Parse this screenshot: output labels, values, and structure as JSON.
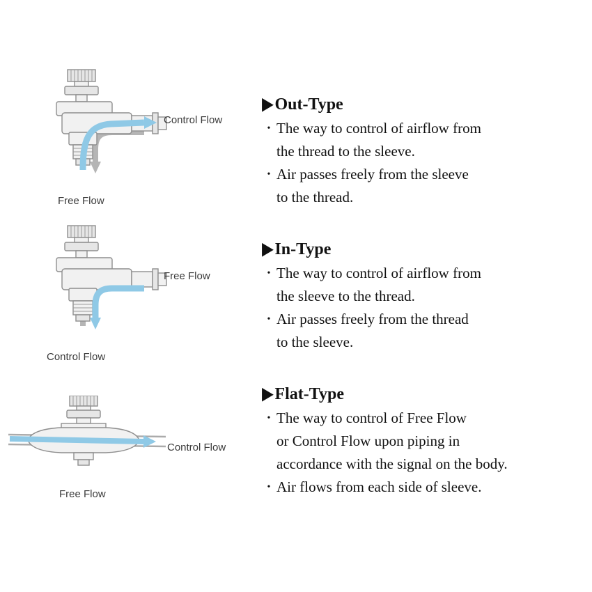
{
  "ui": {
    "marker": "▶",
    "bullet_char": "•"
  },
  "colors": {
    "flow_blue": "#8fc9e6",
    "flow_gray": "#b5b5b5",
    "valve_fill": "#f1f1f1",
    "valve_stroke": "#8e8e8e"
  },
  "sections": [
    {
      "heading": "Out-Type",
      "bullets": [
        {
          "lines": [
            "The way to control of airflow from",
            "the thread to the sleeve."
          ]
        },
        {
          "lines": [
            "Air passes freely from the sleeve",
            "to the thread."
          ]
        }
      ],
      "diagram": {
        "side_label": "Control Flow",
        "bottom_label": "Free Flow"
      }
    },
    {
      "heading": "In-Type",
      "bullets": [
        {
          "lines": [
            "The way to control of airflow from",
            "the sleeve to the thread."
          ]
        },
        {
          "lines": [
            "Air passes freely from the thread",
            "to the sleeve."
          ]
        }
      ],
      "diagram": {
        "side_label": "Free Flow",
        "bottom_label": "Control Flow"
      }
    },
    {
      "heading": "Flat-Type",
      "bullets": [
        {
          "lines": [
            "The way to control of Free Flow",
            "or Control Flow upon piping in",
            "accordance with the signal on the body."
          ]
        },
        {
          "lines": [
            "Air flows from each side of sleeve."
          ]
        }
      ],
      "diagram": {
        "side_label": "Control Flow",
        "bottom_label": "Free Flow"
      }
    }
  ]
}
